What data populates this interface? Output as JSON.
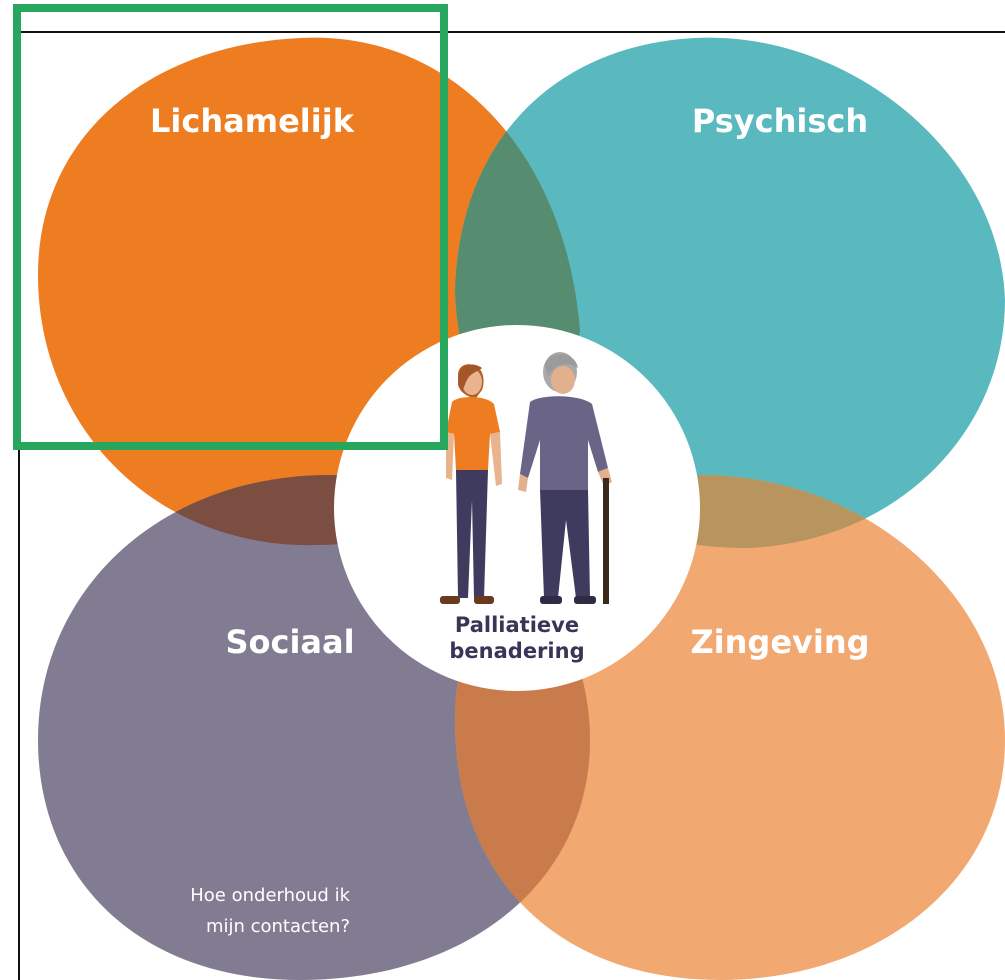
{
  "diagram": {
    "quadrants": [
      {
        "id": "lichamelijk",
        "label": "Lichamelijk",
        "color": "#EE7D22"
      },
      {
        "id": "psychisch",
        "label": "Psychisch",
        "color": "#5AB9BE"
      },
      {
        "id": "sociaal",
        "label": "Sociaal",
        "color": "#827C92",
        "note_line1": "Hoe onderhoud ik",
        "note_line2": "mijn contacten?"
      },
      {
        "id": "zingeving",
        "label": "Zingeving",
        "color": "#F2A871"
      }
    ],
    "overlaps": {
      "lichamelijk_psychisch": "#568C6F",
      "lichamelijk_sociaal": "#7C4E42",
      "psychisch_zingeving": "#B8955E",
      "sociaal_zingeving": "#C97B4B"
    },
    "center": {
      "line1": "Palliatieve",
      "line2": "benadering",
      "text_color": "#3A3556"
    },
    "highlight_color": "#27A65E"
  }
}
